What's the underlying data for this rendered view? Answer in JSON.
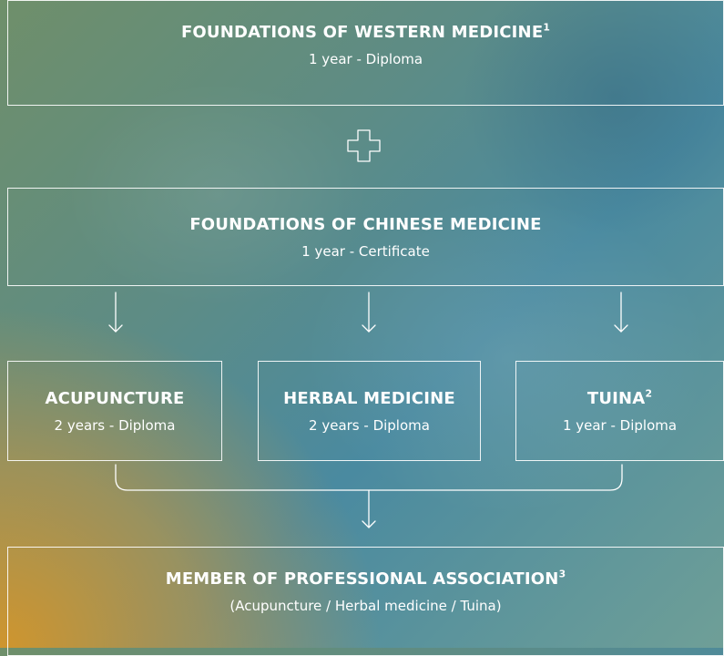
{
  "diagram": {
    "western": {
      "title": "FOUNDATIONS OF WESTERN MEDICINE",
      "note": "1",
      "sub": "1 year - Diploma"
    },
    "chinese": {
      "title": "FOUNDATIONS OF CHINESE MEDICINE",
      "sub": "1 year - Certificate"
    },
    "acupuncture": {
      "title": "ACUPUNCTURE",
      "sub": "2 years - Diploma"
    },
    "herbal": {
      "title": "HERBAL MEDICINE",
      "sub": "2 years - Diploma"
    },
    "tuina": {
      "title": "TUINA",
      "note": "2",
      "sub": "1 year - Diploma"
    },
    "member": {
      "title": "MEMBER OF PROFESSIONAL ASSOCIATION",
      "note": "3",
      "sub": "(Acupuncture / Herbal medicine / Tuina)"
    }
  },
  "icons": {
    "plus": "plus-icon",
    "arrow": "arrow-down-icon"
  },
  "colors": {
    "line": "#ffffff",
    "warm": "#d69628",
    "teal": "#4a8aa0"
  }
}
